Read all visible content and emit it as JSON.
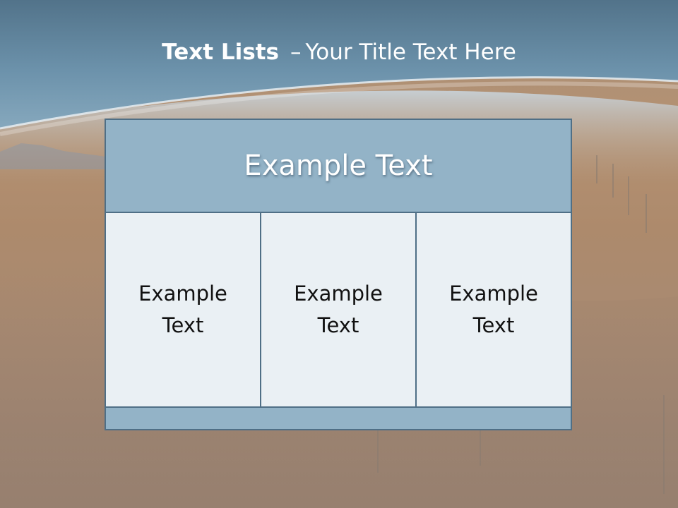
{
  "slide": {
    "title_bold": "Text Lists",
    "title_separator": "–",
    "title_rest": "Your Title Text Here",
    "header_text": "Example Text",
    "cells": [
      {
        "text": "Example Text"
      },
      {
        "text": "Example Text"
      },
      {
        "text": "Example Text"
      }
    ]
  },
  "colors": {
    "header_band": "#5f86a0",
    "box_header": "#93b3c7",
    "box_cell": "#eaf0f4",
    "box_border": "#4f6f86",
    "title_text": "#ffffff"
  }
}
